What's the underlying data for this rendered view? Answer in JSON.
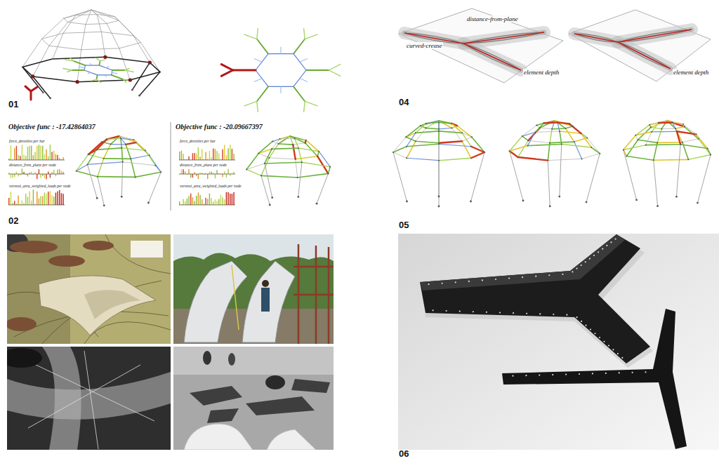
{
  "diagram": {
    "labels": [
      "01",
      "Objective func : -17.42864037",
      "force_densities per bar",
      "distance_from_plane per node",
      "voronoi_area_weighted_loads per node",
      "Objective func : -20.09667397",
      "force_densities per bar",
      "distance_from_plane per node",
      "voronoi_area_weighted_loads per node",
      "02",
      "distance-from-plane",
      "curved-crease",
      "element depth",
      "element depth",
      "04",
      "05",
      "06"
    ]
  }
}
